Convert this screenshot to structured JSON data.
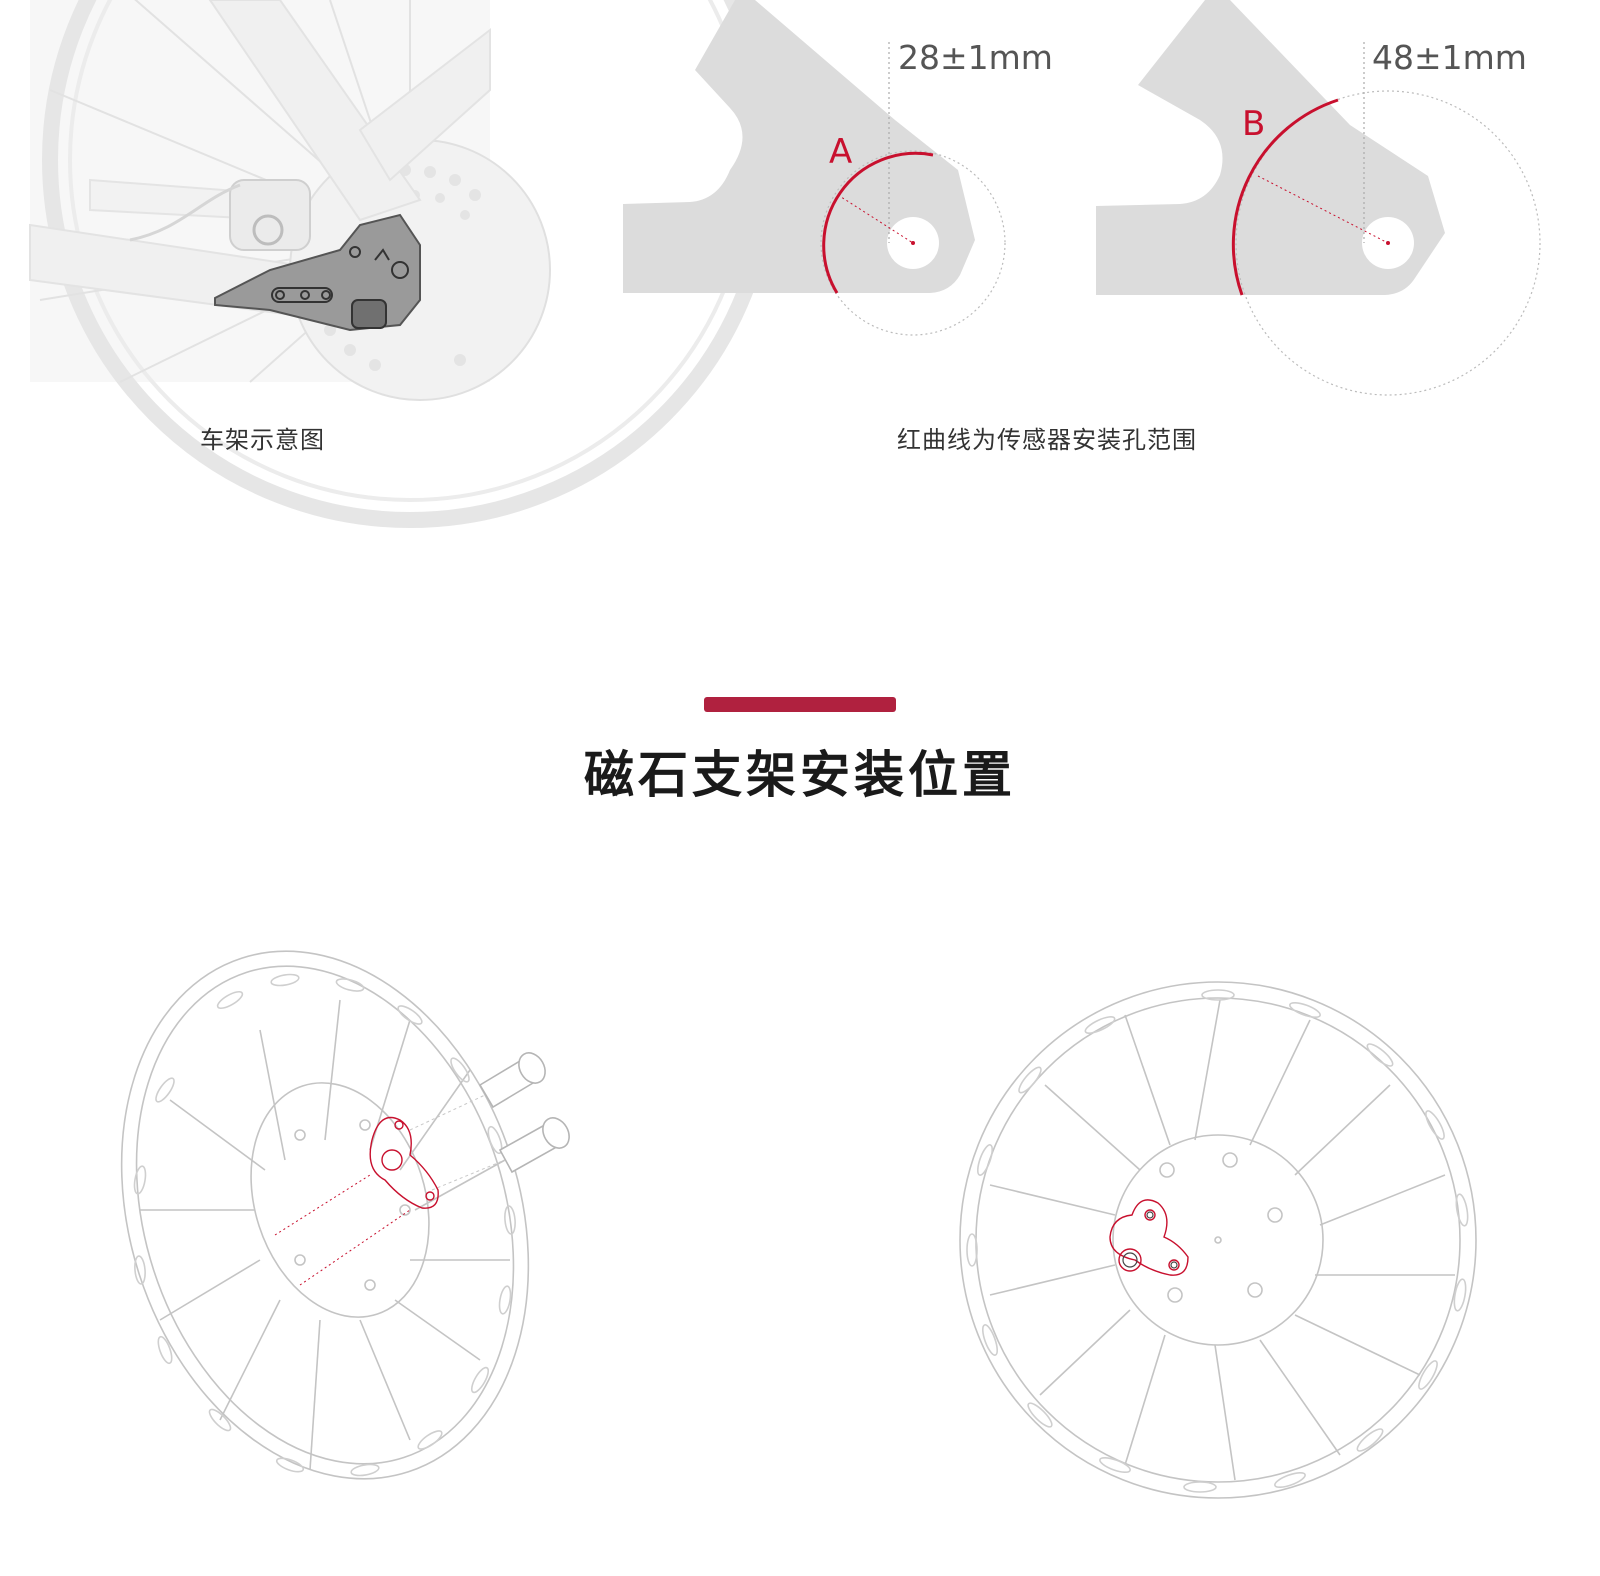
{
  "top_section": {
    "frame_caption": "车架示意图",
    "range_caption": "红曲线为传感器安装孔范围",
    "dropout_a": {
      "zone_label": "A",
      "dimension": "28±1mm"
    },
    "dropout_b": {
      "zone_label": "B",
      "dimension": "48±1mm"
    }
  },
  "magnet_section": {
    "title": "磁石支架安装位置"
  },
  "colors": {
    "accent_bar": "#b0213f",
    "sensor_range_curve": "#c8102e",
    "dropout_fill": "#dcdcdc",
    "line_art": "#c8c8c8"
  },
  "icons": [
    "frame-illustration",
    "dropout-diagram",
    "brake-rotor",
    "magnet-bracket",
    "bolt"
  ]
}
